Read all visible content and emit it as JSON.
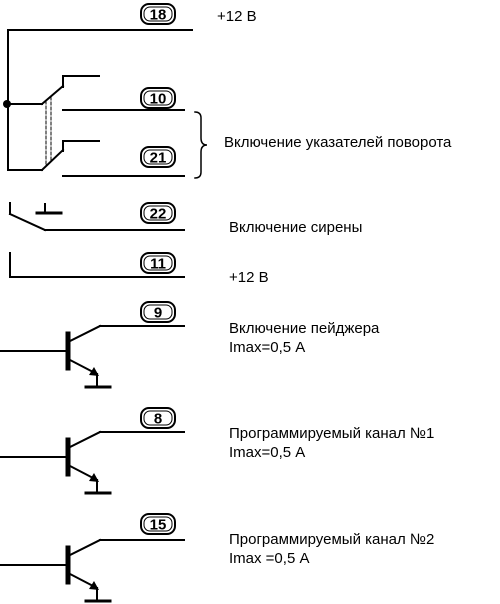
{
  "pins": [
    {
      "id": "pin-18",
      "number": "18"
    },
    {
      "id": "pin-10",
      "number": "10"
    },
    {
      "id": "pin-21",
      "number": "21"
    },
    {
      "id": "pin-22",
      "number": "22"
    },
    {
      "id": "pin-11",
      "number": "11"
    },
    {
      "id": "pin-9",
      "number": "9"
    },
    {
      "id": "pin-8",
      "number": "8"
    },
    {
      "id": "pin-15",
      "number": "15"
    }
  ],
  "labels": {
    "plus12_top": "+12 В",
    "turn_signals": "Включение указателей поворота",
    "siren": "Включение сирены",
    "plus12_mid": "+12 В",
    "pager_title": "Включение пейджера",
    "pager_current": "Imax=0,5 А",
    "ch1_title": "Программируемый канал №1",
    "ch1_current": "Imax=0,5 А",
    "ch2_title": "Программируемый канал №2",
    "ch2_current": "Imax =0,5 А"
  },
  "icons": {
    "relay": "changeover-relay-contacts",
    "switch": "ground-switch",
    "transistor": "npn-transistor",
    "brace": "curly-brace"
  }
}
